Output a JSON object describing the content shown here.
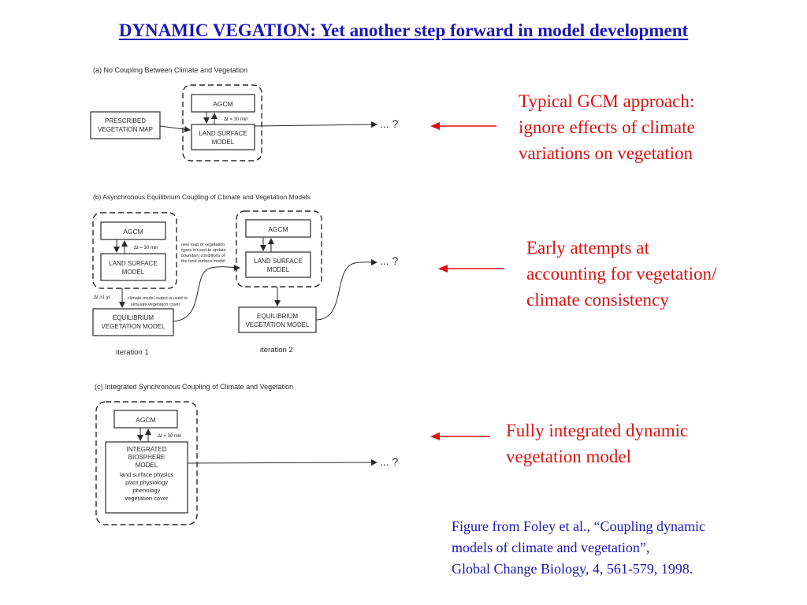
{
  "slide": {
    "title": "DYNAMIC VEGATION: Yet another step forward in model development"
  },
  "colors": {
    "title": "#1a17b8",
    "note": "#e01010",
    "citation": "#1a17b8",
    "diagram_ink": "#2a2a2a"
  },
  "panels": {
    "a": {
      "caption": "(a) No Coupling Between Climate and Vegetation",
      "prescribed_map_line1": "PRESCRIBED",
      "prescribed_map_line2": "VEGETATION MAP",
      "agcm": "AGCM",
      "timestep": "Δt = 30 min",
      "land_surface_line1": "LAND SURFACE",
      "land_surface_line2": "MODEL",
      "outcome": "... ?"
    },
    "b": {
      "caption": "(b) Asynchronous Equilibrium Coupling of Climate and Vegetation Models",
      "agcm": "AGCM",
      "timestep": "Δt = 30 min",
      "land_surface_line1": "LAND SURFACE",
      "land_surface_line2": "MODEL",
      "equilibrium_line1": "EQUILIBRIUM",
      "equilibrium_line2": "VEGETATION MODEL",
      "interval": "Δt ≥1 yr",
      "climate_output_line1": "climate model output is used to",
      "climate_output_line2": "simulate vegetation cover",
      "new_map_line1": "new map of vegetation",
      "new_map_line2": "types is used to update",
      "new_map_line3": "boundary conditions of",
      "new_map_line4": "the land surface model",
      "iteration1": "iteration 1",
      "iteration2": "iteration 2",
      "outcome": "... ?"
    },
    "c": {
      "caption": "(c) Integrated Synchronous Coupling of Climate and Vegetation",
      "agcm": "AGCM",
      "timestep": "Δt = 30 min",
      "ibm_line1": "INTEGRATED",
      "ibm_line2": "BIOSPHERE",
      "ibm_line3": "MODEL",
      "ibm_line4": "land surface physics",
      "ibm_line5": "plant physiology",
      "ibm_line6": "phenology",
      "ibm_line7": "vegetation cover",
      "outcome": "... ?"
    }
  },
  "notes": [
    {
      "text": "Typical GCM approach:\nignore effects of climate\nvariations on vegetation"
    },
    {
      "text": "Early attempts at\naccounting for vegetation/\nclimate consistency"
    },
    {
      "text": "Fully integrated dynamic\nvegetation model"
    }
  ],
  "citation": {
    "text": "Figure from Foley et al., “Coupling dynamic\nmodels of climate and vegetation”,\nGlobal Change Biology, 4, 561-579, 1998."
  }
}
